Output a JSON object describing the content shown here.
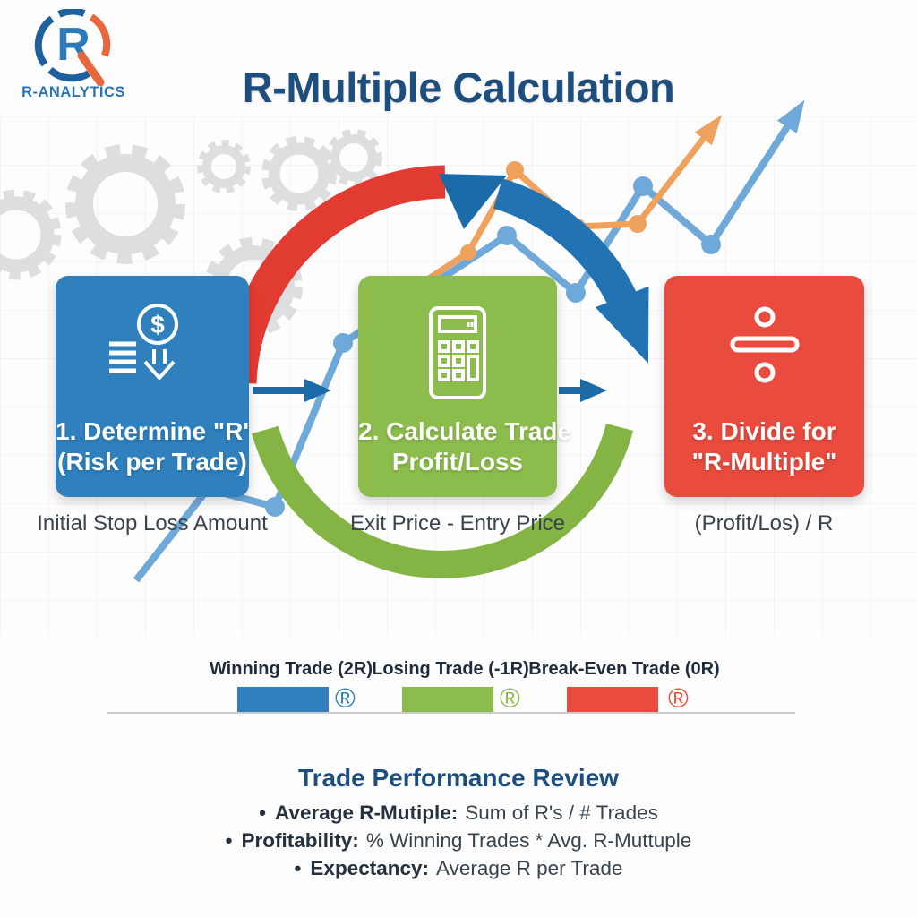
{
  "brand": {
    "name": "R-ANALYTICS",
    "logo_letter": "R"
  },
  "title": "R-Multiple Calculation",
  "steps": [
    {
      "label_line1": "1. Determine \"R'",
      "label_line2": "(Risk per Trade)",
      "caption": "Initial Stop Loss Amount",
      "icon": "money-risk-icon",
      "color": "#2F80BD"
    },
    {
      "label_line1": "2. Calculate Trade",
      "label_line2": "Profit/Loss",
      "caption": "Exit Price - Entry Price",
      "icon": "calculator-icon",
      "color": "#8CBD4C"
    },
    {
      "label_line1": "3. Divide for",
      "label_line2": "\"R-Multiple\"",
      "caption": "(Profit/Los) / R",
      "icon": "divide-icon",
      "color": "#E94B3E"
    }
  ],
  "legend": {
    "reg_symbol": "®",
    "items": [
      {
        "label": "Winning Trade (2R)",
        "color": "#2F80BD"
      },
      {
        "label": "Losing Trade (-1R)",
        "color": "#8CBD4C"
      },
      {
        "label": "Break-Even Trade (0R)",
        "color": "#E94B3E"
      }
    ]
  },
  "review": {
    "title": "Trade Performance Review",
    "bullet_char": "•",
    "bullets": [
      {
        "term": "Average R-Mutiple:",
        "desc": "Sum of R's / # Trades"
      },
      {
        "term": "Profitability:",
        "desc": "% Winning Trades * Avg. R-Muttuple"
      },
      {
        "term": "Expectancy:",
        "desc": "Average R per Trade"
      }
    ]
  },
  "colors": {
    "title_navy": "#1D4E7E",
    "step_blue": "#2F80BD",
    "step_green": "#8CBD4C",
    "step_red": "#E94B3E",
    "arc_red": "#E23B32",
    "arc_blue": "#2273B4",
    "arc_green": "#84B544",
    "flow_arrow_navy": "#1B6BA9",
    "chart_line_blue": "#6FA9DA",
    "chart_line_orange": "#EFA15E",
    "gear_gray": "#DCDEE0",
    "caption_gray": "#3A434D"
  }
}
